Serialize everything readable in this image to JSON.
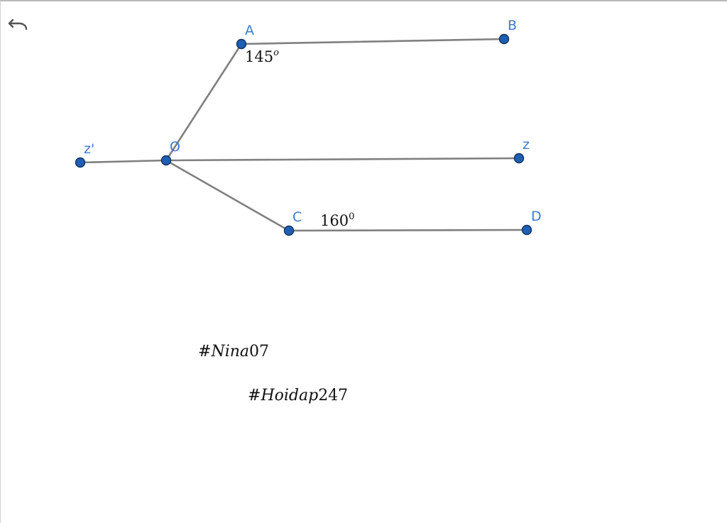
{
  "toolbar": {
    "undo_icon": "undo-arrow-icon"
  },
  "points": {
    "A": "A",
    "B": "B",
    "O": "O",
    "z_prime": "z'",
    "z": "z",
    "C": "C",
    "D": "D"
  },
  "angles": {
    "angle_A": {
      "value": "145",
      "sup": "o"
    },
    "angle_C": {
      "value": "160",
      "sup": "0"
    }
  },
  "tags": {
    "tag1": {
      "hash": "#",
      "italic": "Nina",
      "num": "07"
    },
    "tag2": {
      "hash": "#",
      "italic": "Hoidap",
      "num": "247"
    }
  },
  "colors": {
    "point_fill": "#1e5fb4",
    "label": "#3a7bd0",
    "segment": "#808080"
  }
}
